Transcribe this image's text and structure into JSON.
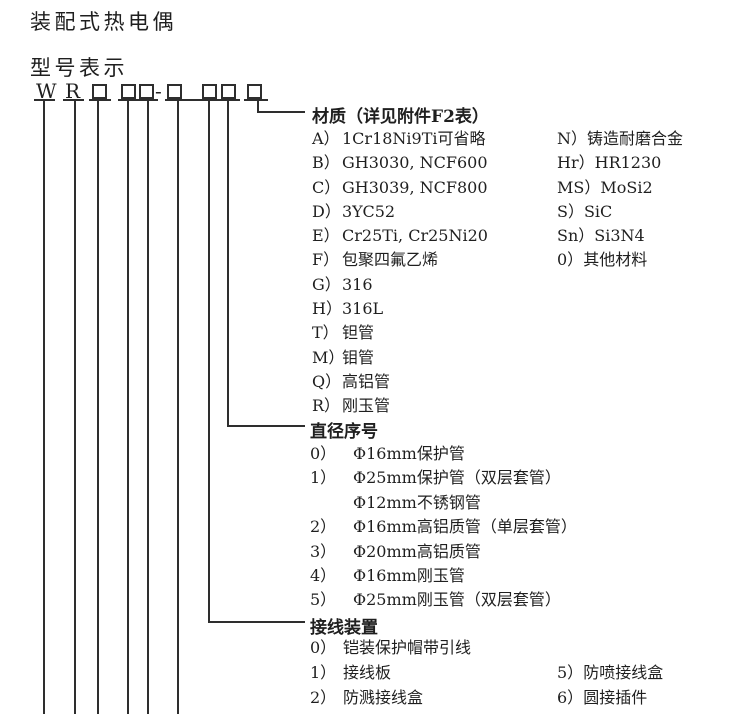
{
  "page": {
    "title": "装配式热电偶",
    "subtitle": "型号表示"
  },
  "code_row": {
    "letters": [
      "W",
      "R"
    ],
    "separator": "-"
  },
  "material": {
    "heading": "材质（详见附件F2表）",
    "left": [
      {
        "code": "A）",
        "text": "1Cr18Ni9Ti可省略"
      },
      {
        "code": "B）",
        "text": "GH3030, NCF600"
      },
      {
        "code": "C）",
        "text": "GH3039, NCF800"
      },
      {
        "code": "D）",
        "text": "3YC52"
      },
      {
        "code": "E）",
        "text": "Cr25Ti, Cr25Ni20"
      },
      {
        "code": "F）",
        "text": "包聚四氟乙烯"
      },
      {
        "code": "G）",
        "text": "316"
      },
      {
        "code": "H）",
        "text": "316L"
      },
      {
        "code": "T）",
        "text": "钽管"
      },
      {
        "code": "M）",
        "text": "钼管"
      },
      {
        "code": "Q）",
        "text": "高铝管"
      },
      {
        "code": "R）",
        "text": "刚玉管"
      }
    ],
    "right": [
      {
        "code": "N）",
        "text": "铸造耐磨合金"
      },
      {
        "code": "Hr）",
        "text": "HR1230"
      },
      {
        "code": "MS）",
        "text": "MoSi2"
      },
      {
        "code": "S）",
        "text": "SiC"
      },
      {
        "code": "Sn）",
        "text": "Si3N4"
      },
      {
        "code": "0）",
        "text": "其他材料"
      }
    ]
  },
  "diameter": {
    "heading": "直径序号",
    "items": [
      {
        "code": "0）",
        "text": "Φ16mm保护管"
      },
      {
        "code": "1）",
        "text": "Φ25mm保护管（双层套管）"
      },
      {
        "code": "",
        "text": "Φ12mm不锈钢管"
      },
      {
        "code": "2）",
        "text": "Φ16mm高铝质管（单层套管）"
      },
      {
        "code": "3）",
        "text": "Φ20mm高铝质管"
      },
      {
        "code": "4）",
        "text": "Φ16mm刚玉管"
      },
      {
        "code": "5）",
        "text": "Φ25mm刚玉管（双层套管）"
      }
    ]
  },
  "terminal": {
    "heading": "接线装置",
    "left": [
      {
        "code": "0）",
        "text": "铠装保护帽带引线"
      },
      {
        "code": "1）",
        "text": "接线板"
      },
      {
        "code": "2）",
        "text": "防溅接线盒"
      }
    ],
    "right": [
      {
        "code": "5）",
        "text": "防喷接线盒"
      },
      {
        "code": "6）",
        "text": "圆接插件"
      }
    ]
  },
  "colors": {
    "line": "#2e2e2e",
    "text": "#1f1f1f",
    "background": "#ffffff"
  }
}
